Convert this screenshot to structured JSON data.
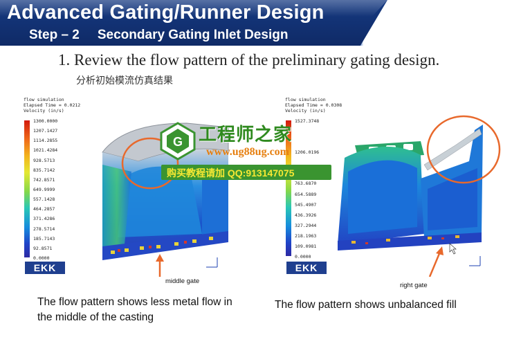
{
  "header": {
    "title": "Advanced Gating/Runner Design",
    "step": "Step – 2",
    "subtitle": "Secondary Gating Inlet Design"
  },
  "body": {
    "point": "1. Review the flow pattern of the preliminary gating design.",
    "point_cn": "分析初始模流仿真结果"
  },
  "left_sim": {
    "label": "flow simulation",
    "elapsed": "Elapsed Time = 0.0212",
    "units": "Velocity (in/s)",
    "ticks": [
      "1300.0000",
      "1207.1427",
      "1114.2855",
      "1021.4284",
      "928.5713",
      "835.7142",
      "742.8571",
      "649.9999",
      "557.1428",
      "464.2857",
      "371.4286",
      "278.5714",
      "185.7143",
      "92.8571",
      "0.0000"
    ],
    "logo": "EKK",
    "gate_label": "middle gate",
    "caption": "The flow pattern shows less metal flow in the middle of the casting"
  },
  "right_sim": {
    "label": "flow simulation",
    "elapsed": "Elapsed Time = 0.0308",
    "units": "Velocity (in/s)",
    "ticks": [
      "1527.3748",
      "",
      "",
      "1206.0196",
      "",
      "",
      "763.6870",
      "654.5889",
      "545.4907",
      "436.3926",
      "327.2944",
      "218.1963",
      "109.0981",
      "0.0000"
    ],
    "logo": "EKK",
    "gate_label": "right gate",
    "caption": "The flow pattern shows unbalanced fill"
  },
  "watermark": {
    "title": "工程师之家",
    "url": "www.ug88ug.com",
    "bar": "购买教程请加 QQ:913147075"
  },
  "colors": {
    "banner": "#123f92",
    "annotation": "#e8692c",
    "ekk": "#1f3f8f",
    "watermark_green": "#3a9430"
  }
}
